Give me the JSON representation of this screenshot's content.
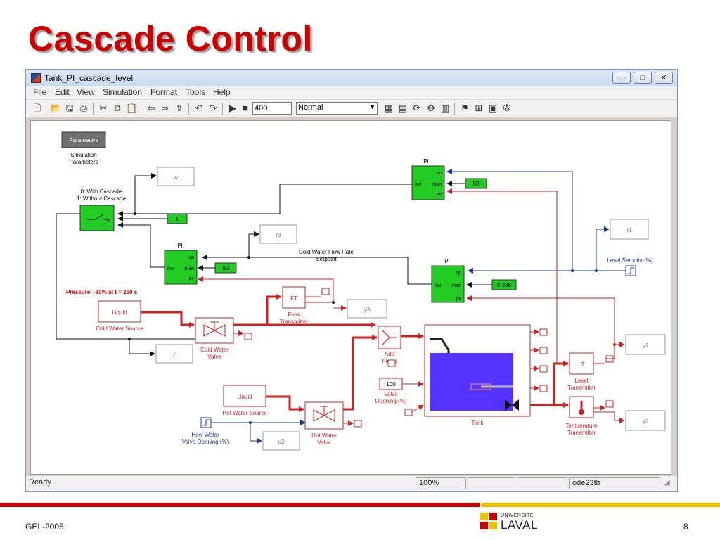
{
  "slide": {
    "title": "Cascade Control",
    "footer_left": "GEL-2005",
    "page_number": "8"
  },
  "logo": {
    "line1": "UNIVERSITÉ",
    "line2": "LAVAL"
  },
  "window": {
    "title": "Tank_PI_cascade_level",
    "minimize_glyph": "▭",
    "maximize_glyph": "□",
    "close_glyph": "✕"
  },
  "menu": [
    "File",
    "Edit",
    "View",
    "Simulation",
    "Format",
    "Tools",
    "Help"
  ],
  "toolbar": {
    "stop_time": "400",
    "sim_mode": "Normal"
  },
  "status": {
    "text": "Ready",
    "zoom": "100%",
    "solver": "ode23tb"
  },
  "diagram": {
    "params_block": "Parameters",
    "params_caption1": "Simulation",
    "params_caption2": "Parameters",
    "w_scope": "w",
    "switch_label1": "0: With Cascade",
    "switch_label2": "1: Without Cascade",
    "switch_const": "1",
    "pi_label": "PI",
    "port_sp": "sp",
    "port_mv": "mv",
    "port_man": "man",
    "port_pv": "pv",
    "pi_top_man": "50",
    "pi_mid_man": "50",
    "pi_right_man": "0.288",
    "r3_scope": "r3",
    "r1_scope": "r1",
    "cwfr_label1": "Cold Water Flow Rate",
    "cwfr_label2": "Setpoint",
    "level_sp_label": "Level Setpoint (%)",
    "pressure_note": "Pressure: -10% at t = 250 s",
    "liquid": "Liquid",
    "cold_source": "Cold Water Source",
    "hot_source": "Hot Water Source",
    "ft_block": "FT",
    "ft_caption1": "Flow",
    "ft_caption2": "Transmitter",
    "y3_scope": "y3",
    "cw_valve1": "Cold Water",
    "cw_valve2": "Valve",
    "u1_scope": "u1",
    "add_flows1": "Add",
    "add_flows2": "Flows",
    "valve_opening_const": "100",
    "valve_opening1": "Valve",
    "valve_opening2": "Opening (%)",
    "tank_label": "Tank",
    "lt_block": "LT",
    "lt_caption1": "Level",
    "lt_caption2": "Transmitter",
    "y1_scope": "y1",
    "temp_caption1": "Temperature",
    "temp_caption2": "Transmitter",
    "y2_scope": "y2",
    "hw_opening1": "How Water",
    "hw_opening2": "Valve Opening (%)",
    "u2_scope": "u2",
    "hw_valve1": "Hot Water",
    "hw_valve2": "Valve"
  },
  "colors": {
    "block_green": "#22cc22",
    "signal_red": "#cc2222",
    "signal_blue": "#1a3a9c",
    "tank_water": "#5533ff",
    "title_red": "#cc0000"
  }
}
